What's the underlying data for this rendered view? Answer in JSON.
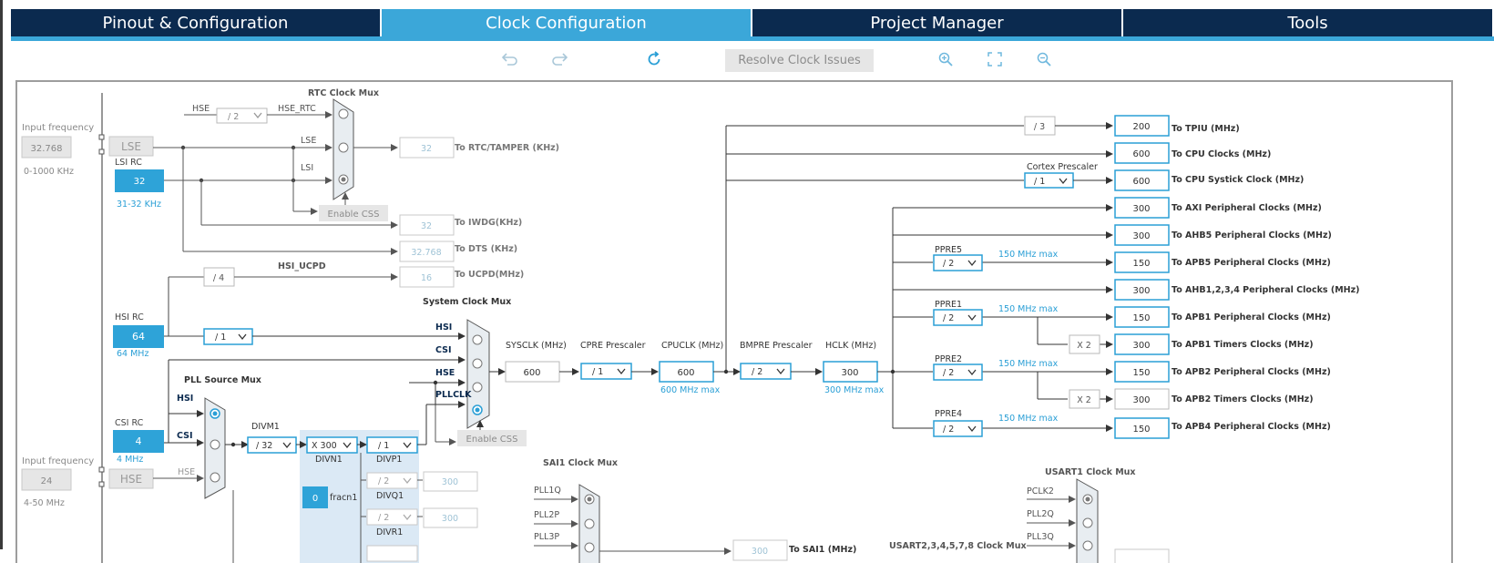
{
  "tabs": [
    {
      "label": "Pinout & Configuration",
      "active": false
    },
    {
      "label": "Clock Configuration",
      "active": true
    },
    {
      "label": "Project Manager",
      "active": false
    },
    {
      "label": "Tools",
      "active": false
    }
  ],
  "toolbar": {
    "resolve_label": "Resolve Clock Issues",
    "undo_icon": "undo-icon",
    "redo_icon": "redo-icon",
    "refresh_icon": "refresh-icon",
    "zoom_in_icon": "zoom-in-icon",
    "fit_icon": "fit-screen-icon",
    "zoom_out_icon": "zoom-out-icon"
  },
  "colors": {
    "tab_bg": "#0b2a4f",
    "accent": "#3ba7d9",
    "link_text": "#2a9fd6",
    "box_grey": "#e6e6e6"
  },
  "left": {
    "input_freq_label": "Input frequency",
    "lse_freq": "32.768",
    "lse_range": "0-1000 KHz",
    "lse_label": "LSE",
    "lsi_title": "LSI RC",
    "lsi_value": "32",
    "lsi_range": "31-32 KHz",
    "hsi_title": "HSI RC",
    "hsi_value": "64",
    "hsi_freq": "64 MHz",
    "csi_title": "CSI RC",
    "csi_value": "4",
    "csi_freq": "4 MHz",
    "hse_input_label": "Input frequency",
    "hse_freq": "24",
    "hse_range": "4-50 MHz",
    "hse_label": "HSE"
  },
  "rtc": {
    "mux_title": "RTC Clock Mux",
    "hse_label": "HSE",
    "div_value": "/ 2",
    "hse_rtc_label": "HSE_RTC",
    "lse_label": "LSE",
    "lsi_label": "LSI",
    "enable_css": "Enable CSS",
    "rtc_value": "32",
    "rtc_label": "To RTC/TAMPER (KHz)",
    "iwdg_value": "32",
    "iwdg_label": "To IWDG(KHz)",
    "dts_value": "32.768",
    "dts_label": "To DTS (KHz)",
    "ucpd_div": "/ 4",
    "ucpd_name": "HSI_UCPD",
    "ucpd_value": "16",
    "ucpd_label": "To UCPD(MHz)"
  },
  "hsi_div": "/ 1",
  "sysmux": {
    "title": "System Clock Mux",
    "hsi": "HSI",
    "csi": "CSI",
    "hse": "HSE",
    "pllclk": "PLLCLK",
    "enable_css": "Enable CSS"
  },
  "pllsrc": {
    "title": "PLL Source Mux",
    "hsi": "HSI",
    "csi": "CSI",
    "hse": "HSE"
  },
  "pll": {
    "divm1_label": "DIVM1",
    "divm1_value": "/ 32",
    "divn1_value": "X 300",
    "divn1_label": "DIVN1",
    "divp1_value": "/ 1",
    "divp1_label": "DIVP1",
    "divq1_value": "/ 2",
    "divq1_label": "DIVQ1",
    "divq1_out": "300",
    "divr1_value": "/ 2",
    "divr1_label": "DIVR1",
    "divr1_out": "300",
    "fracn1_value": "0",
    "fracn1_label": "fracn1"
  },
  "core": {
    "sysclk_label": "SYSCLK (MHz)",
    "sysclk_value": "600",
    "cpre_label": "CPRE Prescaler",
    "cpre_value": "/ 1",
    "cpuclk_label": "CPUCLK (MHz)",
    "cpuclk_value": "600",
    "cpuclk_max": "600 MHz max",
    "bmpre_label": "BMPRE Prescaler",
    "bmpre_value": "/ 2",
    "hclk_label": "HCLK (MHz)",
    "hclk_value": "300",
    "hclk_max": "300 MHz max"
  },
  "outputs": {
    "tpiu_div": "/ 3",
    "cortex_label": "Cortex Prescaler",
    "cortex_value": "/ 1",
    "ppre5_label": "PPRE5",
    "ppre5_value": "/ 2",
    "ppre5_max": "150 MHz max",
    "ppre1_label": "PPRE1",
    "ppre1_value": "/ 2",
    "ppre1_max": "150 MHz max",
    "ppre2_label": "PPRE2",
    "ppre2_value": "/ 2",
    "ppre2_max": "150 MHz max",
    "ppre4_label": "PPRE4",
    "ppre4_value": "/ 2",
    "ppre4_max": "150 MHz max",
    "x2_apb1": "X 2",
    "x2_apb2": "X 2",
    "rows": [
      {
        "value": "200",
        "label": "To TPIU (MHz)"
      },
      {
        "value": "600",
        "label": "To CPU Clocks (MHz)"
      },
      {
        "value": "600",
        "label": "To CPU Systick Clock (MHz)"
      },
      {
        "value": "300",
        "label": "To AXI Peripheral Clocks (MHz)"
      },
      {
        "value": "300",
        "label": "To AHB5 Peripheral Clocks  (MHz)"
      },
      {
        "value": "150",
        "label": "To APB5 Peripheral Clocks (MHz)"
      },
      {
        "value": "300",
        "label": "To AHB1,2,3,4 Peripheral Clocks (MHz)"
      },
      {
        "value": "150",
        "label": "To APB1 Peripheral Clocks (MHz)"
      },
      {
        "value": "300",
        "label": "To APB1 Timers Clocks (MHz)"
      },
      {
        "value": "150",
        "label": "To APB2 Peripheral Clocks (MHz)"
      },
      {
        "value": "300",
        "label": "To APB2 Timers Clocks (MHz)"
      },
      {
        "value": "150",
        "label": "To APB4 Peripheral Clocks (MHz)"
      }
    ]
  },
  "sai1": {
    "title": "SAI1 Clock Mux",
    "in1": "PLL1Q",
    "in2": "PLL2P",
    "in3": "PLL3P",
    "value": "300",
    "label": "To SAI1 (MHz)"
  },
  "usart": {
    "title": "USART1 Clock Mux",
    "in1": "PCLK2",
    "in2": "PLL2Q",
    "in3": "PLL3Q",
    "usart2_title": "USART2,3,4,5,7,8 Clock Mux"
  }
}
